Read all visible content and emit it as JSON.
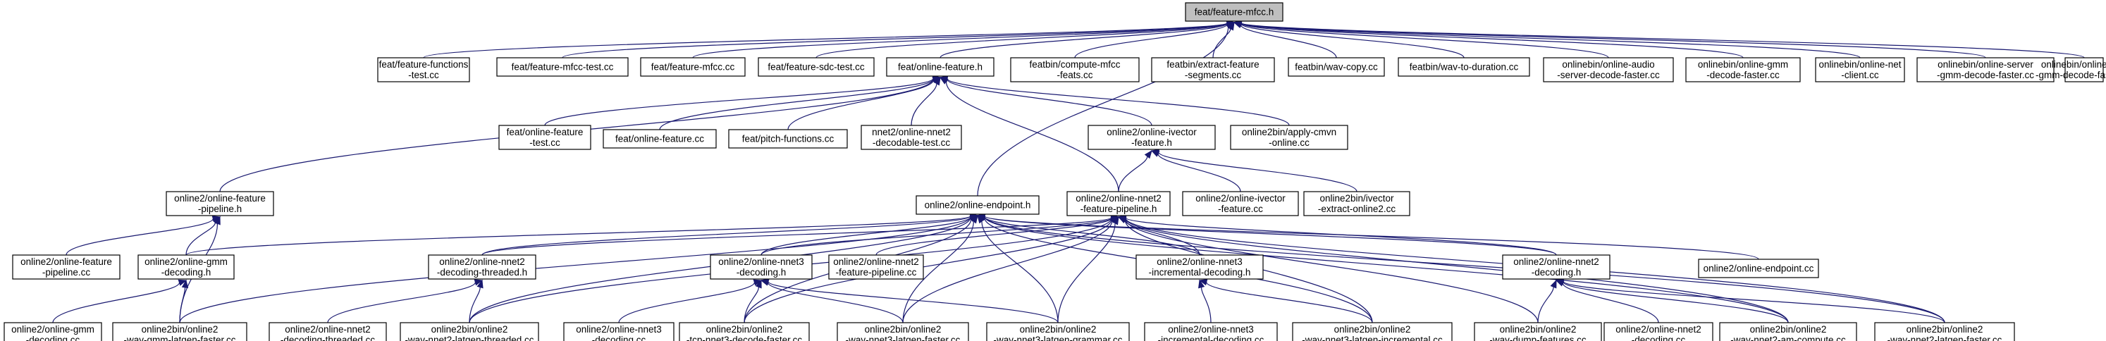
{
  "nodes": [
    {
      "id": "root",
      "lines": [
        "feat/feature-mfcc.h"
      ]
    },
    {
      "id": "ff_test",
      "lines": [
        "feat/feature-functions",
        "-test.cc"
      ]
    },
    {
      "id": "mfcc_test",
      "lines": [
        "feat/feature-mfcc-test.cc"
      ]
    },
    {
      "id": "mfcc_cc",
      "lines": [
        "feat/feature-mfcc.cc"
      ]
    },
    {
      "id": "sdc_test",
      "lines": [
        "feat/feature-sdc-test.cc"
      ]
    },
    {
      "id": "online_feat_h",
      "lines": [
        "feat/online-feature.h"
      ]
    },
    {
      "id": "compute_mfcc",
      "lines": [
        "featbin/compute-mfcc",
        "-feats.cc"
      ]
    },
    {
      "id": "extract_seg",
      "lines": [
        "featbin/extract-feature",
        "-segments.cc"
      ]
    },
    {
      "id": "wav_copy",
      "lines": [
        "featbin/wav-copy.cc"
      ]
    },
    {
      "id": "wav_dur",
      "lines": [
        "featbin/wav-to-duration.cc"
      ]
    },
    {
      "id": "oaudio",
      "lines": [
        "onlinebin/online-audio",
        "-server-decode-faster.cc"
      ]
    },
    {
      "id": "ogmm",
      "lines": [
        "onlinebin/online-gmm",
        "-decode-faster.cc"
      ]
    },
    {
      "id": "onet",
      "lines": [
        "onlinebin/online-net",
        "-client.cc"
      ]
    },
    {
      "id": "oserver",
      "lines": [
        "onlinebin/online-server",
        "-gmm-decode-faster.cc"
      ]
    },
    {
      "id": "owav",
      "lines": [
        "onlinebin/online-wav",
        "-gmm-decode-faster.cc"
      ]
    },
    {
      "id": "of_test",
      "lines": [
        "feat/online-feature",
        "-test.cc"
      ]
    },
    {
      "id": "of_cc",
      "lines": [
        "feat/online-feature.cc"
      ]
    },
    {
      "id": "pitch",
      "lines": [
        "feat/pitch-functions.cc"
      ]
    },
    {
      "id": "nnet2_dec_test",
      "lines": [
        "nnet2/online-nnet2",
        "-decodable-test.cc"
      ]
    },
    {
      "id": "ivec_h",
      "lines": [
        "online2/online-ivector",
        "-feature.h"
      ]
    },
    {
      "id": "apply_cmvn",
      "lines": [
        "online2bin/apply-cmvn",
        "-online.cc"
      ]
    },
    {
      "id": "feat_pipe_h",
      "lines": [
        "online2/online-feature",
        "-pipeline.h"
      ]
    },
    {
      "id": "endpoint_h",
      "lines": [
        "online2/online-endpoint.h"
      ]
    },
    {
      "id": "nnet2_pipe_h",
      "lines": [
        "online2/online-nnet2",
        "-feature-pipeline.h"
      ]
    },
    {
      "id": "ivec_cc",
      "lines": [
        "online2/online-ivector",
        "-feature.cc"
      ]
    },
    {
      "id": "ivec_extract",
      "lines": [
        "online2bin/ivector",
        "-extract-online2.cc"
      ]
    },
    {
      "id": "feat_pipe_cc",
      "lines": [
        "online2/online-feature",
        "-pipeline.cc"
      ]
    },
    {
      "id": "gmm_dec_h",
      "lines": [
        "online2/online-gmm",
        "-decoding.h"
      ]
    },
    {
      "id": "nnet2_thr_h",
      "lines": [
        "online2/online-nnet2",
        "-decoding-threaded.h"
      ]
    },
    {
      "id": "nnet3_dec_h",
      "lines": [
        "online2/online-nnet3",
        "-decoding.h"
      ]
    },
    {
      "id": "nnet2_pipe_cc",
      "lines": [
        "online2/online-nnet2",
        "-feature-pipeline.cc"
      ]
    },
    {
      "id": "nnet3_inc_h",
      "lines": [
        "online2/online-nnet3",
        "-incremental-decoding.h"
      ]
    },
    {
      "id": "nnet2_dec_h",
      "lines": [
        "online2/online-nnet2",
        "-decoding.h"
      ]
    },
    {
      "id": "endpoint_cc",
      "lines": [
        "online2/online-endpoint.cc"
      ]
    },
    {
      "id": "gmm_dec_cc",
      "lines": [
        "online2/online-gmm",
        "-decoding.cc"
      ]
    },
    {
      "id": "wav_gmm",
      "lines": [
        "online2bin/online2",
        "-wav-gmm-latgen-faster.cc"
      ]
    },
    {
      "id": "nnet2_thr_cc",
      "lines": [
        "online2/online-nnet2",
        "-decoding-threaded.cc"
      ]
    },
    {
      "id": "wav_nnet2_thr",
      "lines": [
        "online2bin/online2",
        "-wav-nnet2-latgen-threaded.cc"
      ]
    },
    {
      "id": "nnet3_dec_cc",
      "lines": [
        "online2/online-nnet3",
        "-decoding.cc"
      ]
    },
    {
      "id": "tcp_nnet3",
      "lines": [
        "online2bin/online2",
        "-tcp-nnet3-decode-faster.cc"
      ]
    },
    {
      "id": "wav_nnet3_fast",
      "lines": [
        "online2bin/online2",
        "-wav-nnet3-latgen-faster.cc"
      ]
    },
    {
      "id": "wav_nnet3_gram",
      "lines": [
        "online2bin/online2",
        "-wav-nnet3-latgen-grammar.cc"
      ]
    },
    {
      "id": "nnet3_inc_cc",
      "lines": [
        "online2/online-nnet3",
        "-incremental-decoding.cc"
      ]
    },
    {
      "id": "wav_nnet3_inc",
      "lines": [
        "online2bin/online2",
        "-wav-nnet3-latgen-incremental.cc"
      ]
    },
    {
      "id": "wav_dump",
      "lines": [
        "online2bin/online2",
        "-wav-dump-features.cc"
      ]
    },
    {
      "id": "nnet2_dec_cc",
      "lines": [
        "online2/online-nnet2",
        "-decoding.cc"
      ]
    },
    {
      "id": "wav_nnet2_am",
      "lines": [
        "online2bin/online2",
        "-wav-nnet2-am-compute.cc"
      ]
    },
    {
      "id": "wav_nnet2_fast",
      "lines": [
        "online2bin/online2",
        "-wav-nnet2-latgen-faster.cc"
      ]
    }
  ],
  "edges": [
    [
      "root",
      "ff_test"
    ],
    [
      "root",
      "mfcc_test"
    ],
    [
      "root",
      "mfcc_cc"
    ],
    [
      "root",
      "sdc_test"
    ],
    [
      "root",
      "online_feat_h"
    ],
    [
      "root",
      "compute_mfcc"
    ],
    [
      "root",
      "extract_seg"
    ],
    [
      "root",
      "wav_copy"
    ],
    [
      "root",
      "wav_dur"
    ],
    [
      "root",
      "oaudio"
    ],
    [
      "root",
      "ogmm"
    ],
    [
      "root",
      "onet"
    ],
    [
      "root",
      "oserver"
    ],
    [
      "root",
      "owav"
    ],
    [
      "root",
      "endpoint_h"
    ],
    [
      "online_feat_h",
      "of_test"
    ],
    [
      "online_feat_h",
      "of_cc"
    ],
    [
      "online_feat_h",
      "pitch"
    ],
    [
      "online_feat_h",
      "nnet2_dec_test"
    ],
    [
      "online_feat_h",
      "ivec_h"
    ],
    [
      "online_feat_h",
      "apply_cmvn"
    ],
    [
      "online_feat_h",
      "feat_pipe_h"
    ],
    [
      "online_feat_h",
      "nnet2_pipe_h"
    ],
    [
      "ivec_h",
      "nnet2_pipe_h"
    ],
    [
      "ivec_h",
      "ivec_cc"
    ],
    [
      "ivec_h",
      "ivec_extract"
    ],
    [
      "feat_pipe_h",
      "feat_pipe_cc"
    ],
    [
      "feat_pipe_h",
      "gmm_dec_h"
    ],
    [
      "feat_pipe_h",
      "wav_gmm"
    ],
    [
      "gmm_dec_h",
      "gmm_dec_cc"
    ],
    [
      "gmm_dec_h",
      "wav_gmm"
    ],
    [
      "endpoint_h",
      "gmm_dec_h"
    ],
    [
      "endpoint_h",
      "wav_gmm"
    ],
    [
      "endpoint_h",
      "nnet2_thr_h"
    ],
    [
      "endpoint_h",
      "wav_nnet2_thr"
    ],
    [
      "endpoint_h",
      "nnet3_dec_h"
    ],
    [
      "endpoint_h",
      "tcp_nnet3"
    ],
    [
      "endpoint_h",
      "wav_nnet3_fast"
    ],
    [
      "endpoint_h",
      "wav_nnet3_gram"
    ],
    [
      "endpoint_h",
      "nnet3_inc_h"
    ],
    [
      "endpoint_h",
      "wav_nnet3_inc"
    ],
    [
      "endpoint_h",
      "nnet2_dec_h"
    ],
    [
      "endpoint_h",
      "endpoint_cc"
    ],
    [
      "endpoint_h",
      "wav_nnet2_am"
    ],
    [
      "endpoint_h",
      "wav_nnet2_fast"
    ],
    [
      "nnet2_pipe_h",
      "nnet2_thr_h"
    ],
    [
      "nnet2_pipe_h",
      "nnet2_pipe_cc"
    ],
    [
      "nnet2_pipe_h",
      "nnet3_dec_h"
    ],
    [
      "nnet2_pipe_h",
      "nnet3_inc_h"
    ],
    [
      "nnet2_pipe_h",
      "nnet2_dec_h"
    ],
    [
      "nnet2_pipe_h",
      "wav_nnet2_thr"
    ],
    [
      "nnet2_pipe_h",
      "tcp_nnet3"
    ],
    [
      "nnet2_pipe_h",
      "wav_nnet3_fast"
    ],
    [
      "nnet2_pipe_h",
      "wav_nnet3_gram"
    ],
    [
      "nnet2_pipe_h",
      "wav_nnet3_inc"
    ],
    [
      "nnet2_pipe_h",
      "wav_dump"
    ],
    [
      "nnet2_pipe_h",
      "wav_nnet2_am"
    ],
    [
      "nnet2_pipe_h",
      "wav_nnet2_fast"
    ],
    [
      "nnet2_thr_h",
      "nnet2_thr_cc"
    ],
    [
      "nnet2_thr_h",
      "wav_nnet2_thr"
    ],
    [
      "nnet3_dec_h",
      "nnet3_dec_cc"
    ],
    [
      "nnet3_dec_h",
      "tcp_nnet3"
    ],
    [
      "nnet3_dec_h",
      "wav_nnet3_fast"
    ],
    [
      "nnet3_dec_h",
      "wav_nnet3_gram"
    ],
    [
      "nnet3_inc_h",
      "nnet3_inc_cc"
    ],
    [
      "nnet3_inc_h",
      "wav_nnet3_inc"
    ],
    [
      "nnet2_dec_h",
      "wav_dump"
    ],
    [
      "nnet2_dec_h",
      "nnet2_dec_cc"
    ],
    [
      "nnet2_dec_h",
      "wav_nnet2_am"
    ],
    [
      "nnet2_dec_h",
      "wav_nnet2_fast"
    ]
  ]
}
